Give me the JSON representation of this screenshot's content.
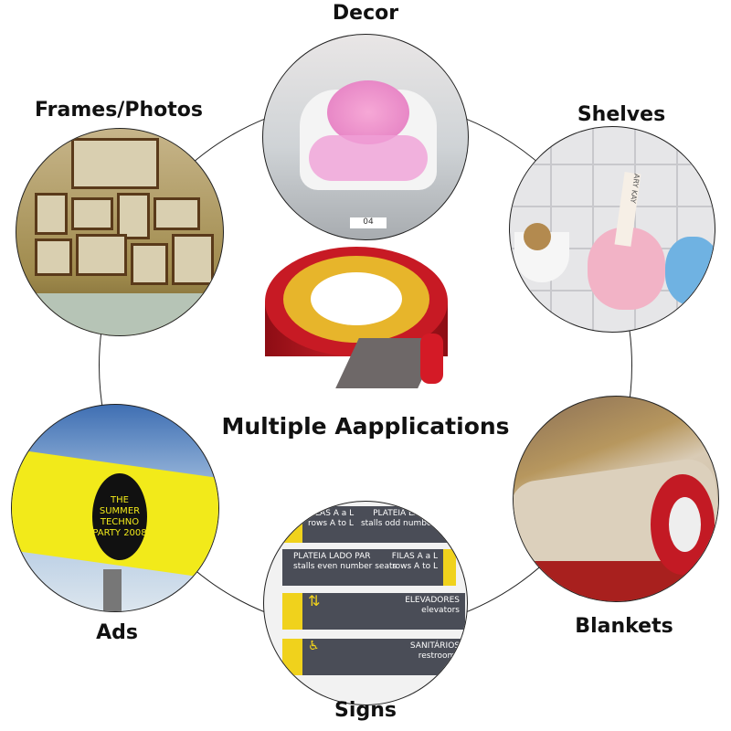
{
  "title": "Multiple Aapplications",
  "applications": [
    {
      "label": "Decor"
    },
    {
      "label": "Frames/Photos"
    },
    {
      "label": "Shelves"
    },
    {
      "label": "Ads"
    },
    {
      "label": "Blankets"
    },
    {
      "label": "Signs"
    }
  ],
  "decor_photo": {
    "plate_text": "04"
  },
  "shelves_photo": {
    "tube_text": "ARY KAY"
  },
  "ads_photo": {
    "poster_text": "THE SUMMER TECHNO PARTY 2008"
  },
  "signs_photo": {
    "signs": [
      {
        "left_main": "FILAS A a L",
        "left_sub": "rows A to L",
        "right_main": "PLATEIA LADO ÍMPAR",
        "right_sub": "stalls odd number seats"
      },
      {
        "left_main": "PLATEIA LADO PAR",
        "left_sub": "stalls even number seats",
        "right_main": "FILAS A a L",
        "right_sub": "rows A to L"
      },
      {
        "left_main": "",
        "left_sub": "",
        "right_main": "ELEVADORES",
        "right_sub": "elevators"
      },
      {
        "left_main": "",
        "left_sub": "",
        "right_main": "SANITÁRIOS",
        "right_sub": "restrooms"
      }
    ]
  },
  "colors": {
    "tape_red": "#b3121b",
    "tape_liner": "#e8b92a",
    "sign_yellow": "#f0d21c",
    "billboard_yellow": "#f2ea1a"
  }
}
